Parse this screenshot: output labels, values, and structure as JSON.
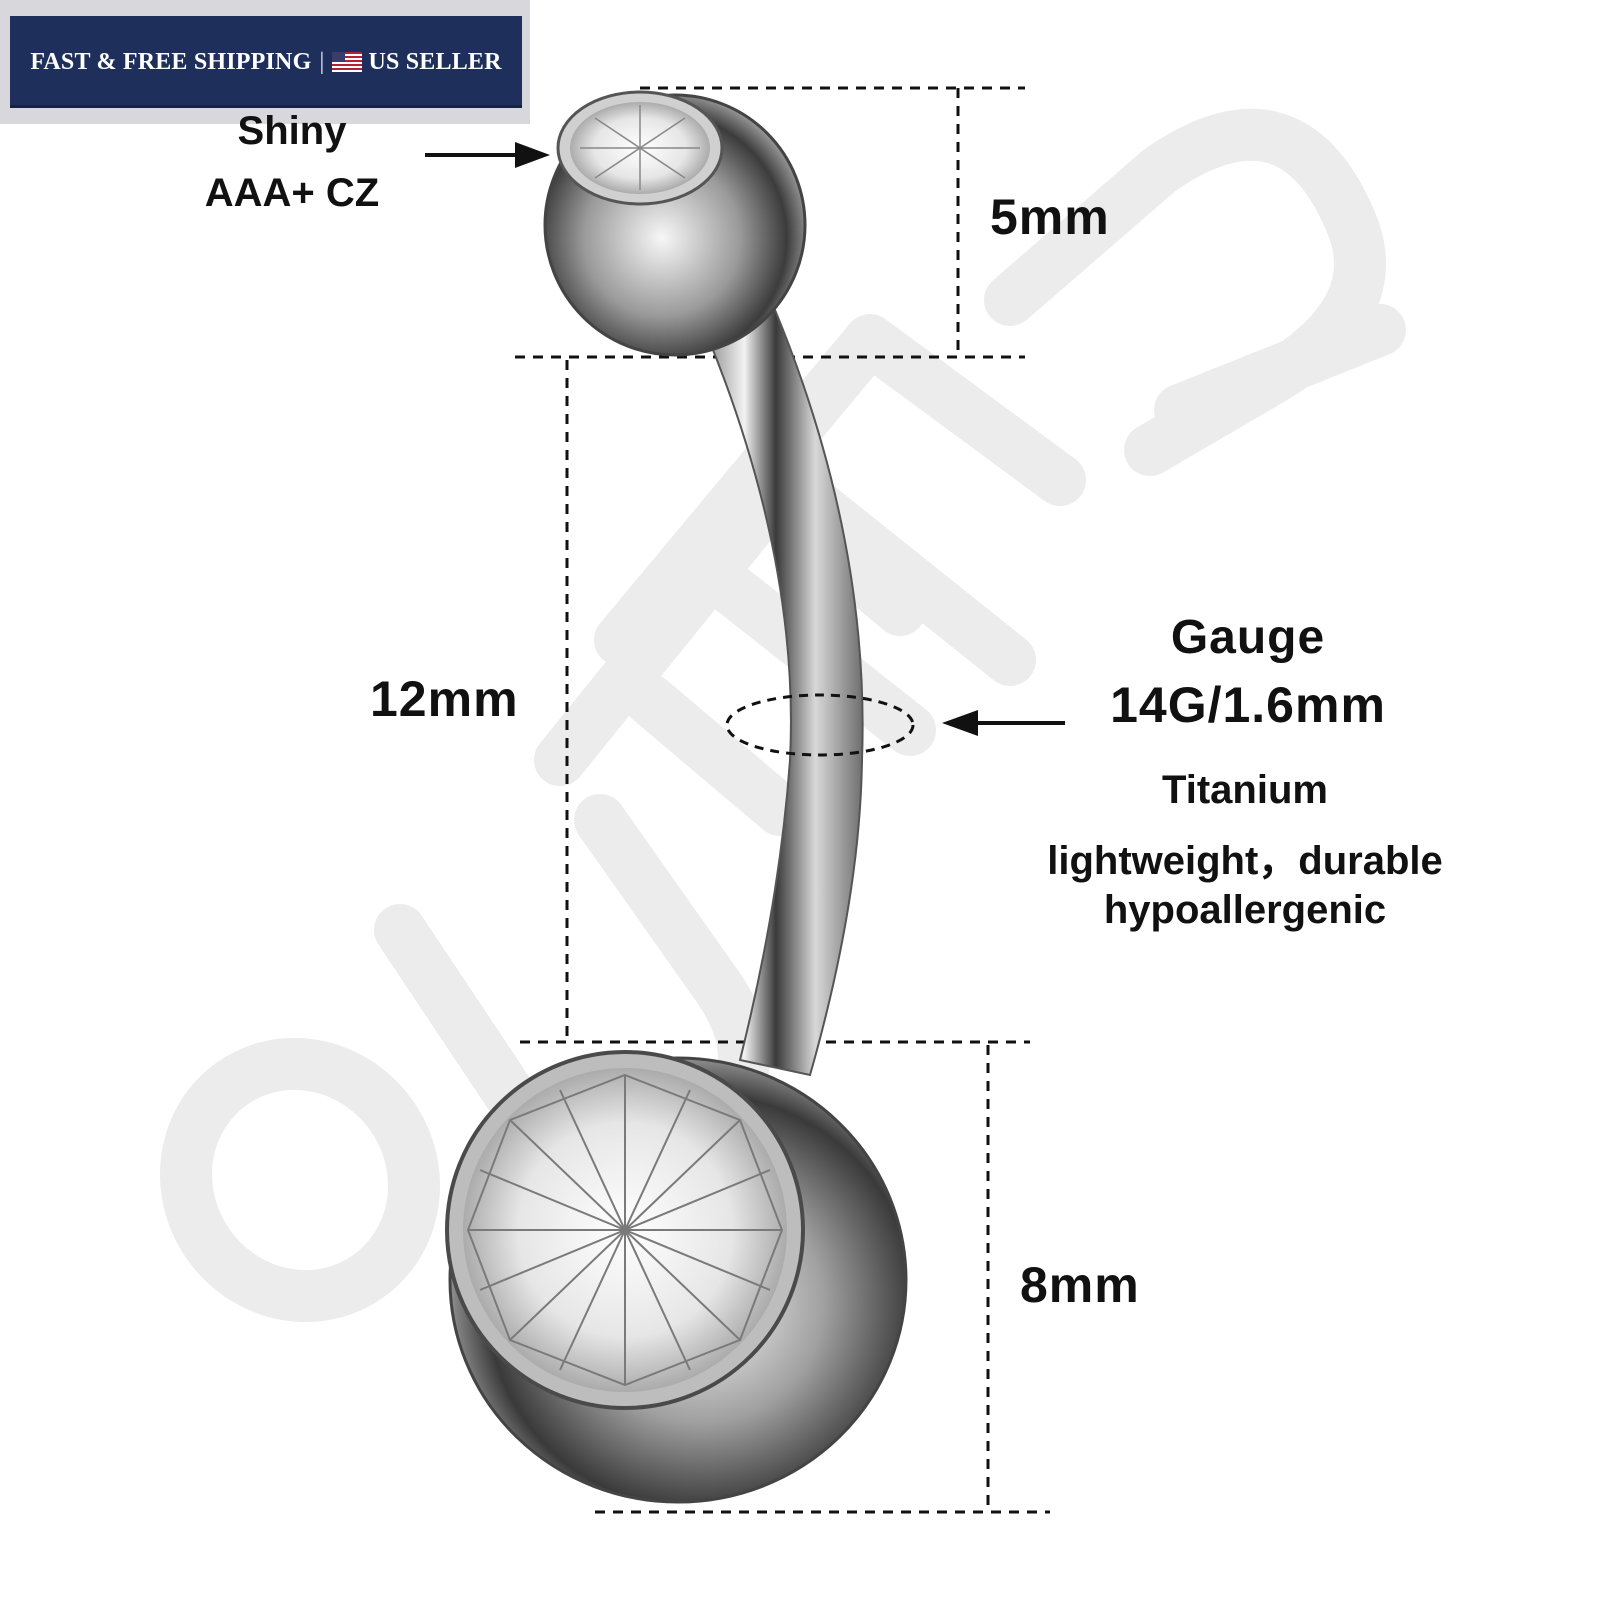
{
  "banner": {
    "left_text": "FAST & FREE SHIPPING",
    "separator": "|",
    "right_text": "US SELLER",
    "flag_icon": "us-flag-icon",
    "background_color": "#1e2f5c"
  },
  "callouts": {
    "cz_line1": "Shiny",
    "cz_line2": "AAA+ CZ",
    "top_ball_size": "5mm",
    "bar_length": "12mm",
    "bottom_ball_size": "8mm",
    "gauge_title": "Gauge",
    "gauge_size": "14G/1.6mm",
    "material": "Titanium",
    "feature_1": "lightweight，durable",
    "feature_2": "hypoallergenic"
  },
  "watermark": {
    "text": "OUFER",
    "color": "#ececec"
  }
}
